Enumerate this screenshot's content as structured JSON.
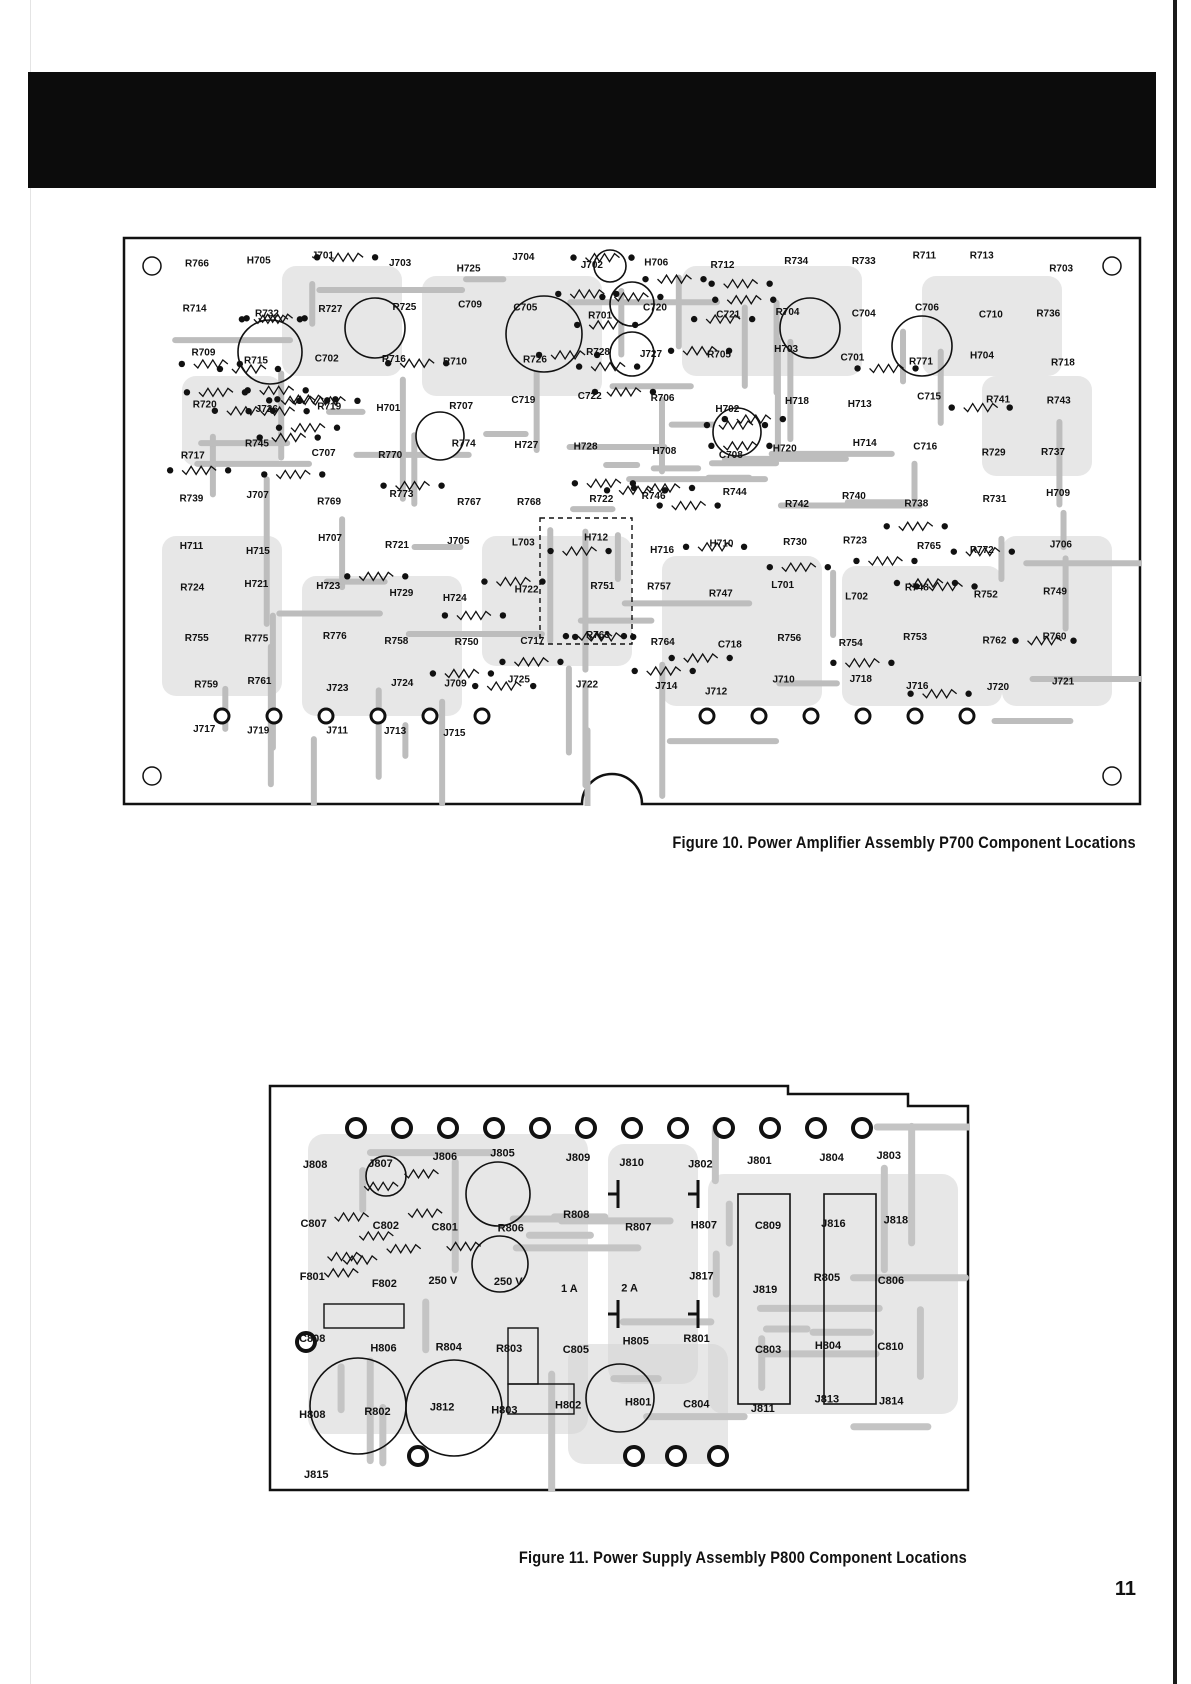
{
  "figures": [
    {
      "id": "fig10",
      "caption": "Figure 10. Power Amplifier Assembly P700 Component Locations",
      "component_labels": [
        "R766",
        "H705",
        "J701",
        "J703",
        "H725",
        "J704",
        "J702",
        "H706",
        "R712",
        "R734",
        "R733",
        "R711",
        "R713",
        "R703",
        "R714",
        "R732",
        "R727",
        "R725",
        "C709",
        "C705",
        "R701",
        "C720",
        "C721",
        "R704",
        "C704",
        "C706",
        "C710",
        "R736",
        "R709",
        "R715",
        "C702",
        "R716",
        "R710",
        "R726",
        "R728",
        "J727",
        "R705",
        "H703",
        "C701",
        "R771",
        "H704",
        "R718",
        "R720",
        "J726",
        "R719",
        "H701",
        "R707",
        "C719",
        "C722",
        "R706",
        "H702",
        "H718",
        "H713",
        "C715",
        "R741",
        "R743",
        "R717",
        "R745",
        "C707",
        "R770",
        "R774",
        "H727",
        "H728",
        "H708",
        "C708",
        "H720",
        "H714",
        "C716",
        "R729",
        "R737",
        "R739",
        "J707",
        "R769",
        "R773",
        "R767",
        "R768",
        "R722",
        "R746",
        "R744",
        "R742",
        "R740",
        "R738",
        "R731",
        "H709",
        "H711",
        "H715",
        "H707",
        "R721",
        "J705",
        "L703",
        "H712",
        "H716",
        "H710",
        "R730",
        "R723",
        "R765",
        "R772",
        "J706",
        "R724",
        "H721",
        "H723",
        "H729",
        "H724",
        "H722",
        "R751",
        "R757",
        "R747",
        "L701",
        "L702",
        "R748",
        "R752",
        "R749",
        "R755",
        "R775",
        "R776",
        "R758",
        "R750",
        "C717",
        "R763",
        "R764",
        "C718",
        "R756",
        "R754",
        "R753",
        "R762",
        "R760",
        "R759",
        "R761",
        "J723",
        "J724",
        "J709",
        "J725",
        "J722",
        "J714",
        "J712",
        "J710",
        "J718",
        "J716",
        "J720",
        "J721",
        "J717",
        "J719",
        "J711",
        "J713",
        "J715"
      ]
    },
    {
      "id": "fig11",
      "caption": "Figure 11. Power Supply Assembly P800 Component Locations",
      "component_labels": [
        "J808",
        "J807",
        "J806",
        "J805",
        "J809",
        "J810",
        "J802",
        "J801",
        "J804",
        "J803",
        "C807",
        "C802",
        "C801",
        "R806",
        "R808",
        "R807",
        "H807",
        "C809",
        "J816",
        "J818",
        "F801",
        "F802",
        "250 V",
        "250 V",
        "1 A",
        "2 A",
        "J817",
        "J819",
        "R805",
        "C806",
        "C808",
        "H806",
        "R804",
        "R803",
        "C805",
        "H805",
        "R801",
        "C803",
        "H804",
        "C810",
        "H808",
        "R802",
        "J812",
        "H803",
        "H802",
        "H801",
        "C804",
        "J811",
        "J813",
        "J814",
        "J815"
      ]
    }
  ],
  "page_number": "11",
  "colors": {
    "ink": "#111111",
    "board_shade": "#d4d4d4",
    "header_band": "#0c0c0c"
  }
}
